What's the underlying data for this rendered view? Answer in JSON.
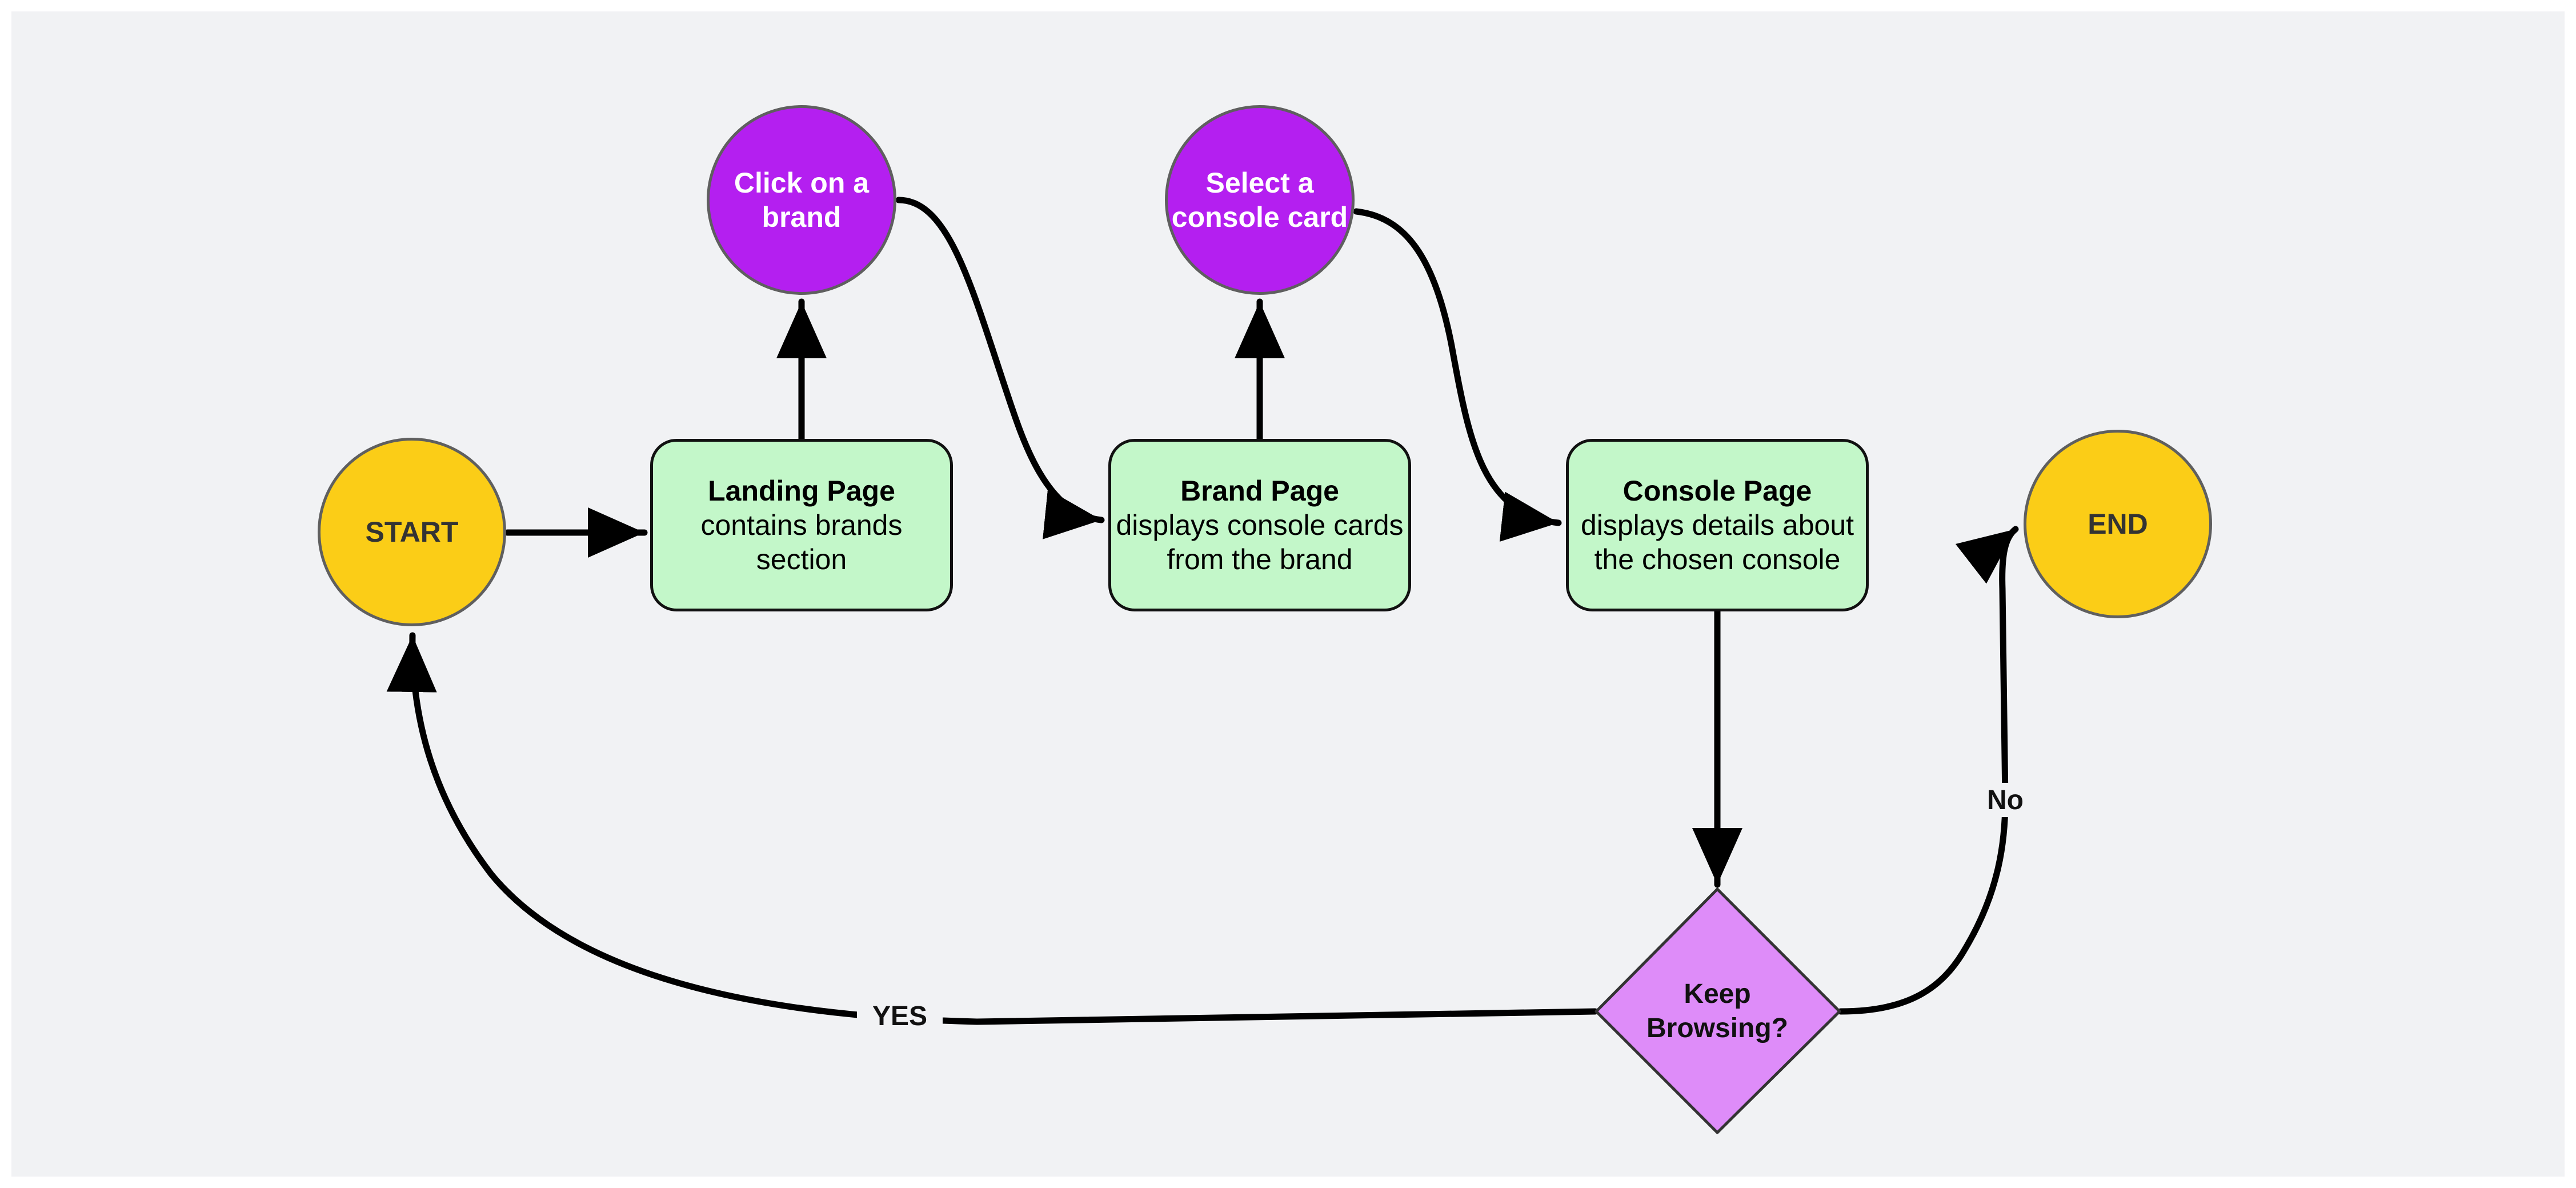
{
  "nodes": {
    "start": {
      "label": "START"
    },
    "end": {
      "label": "END"
    },
    "click_brand": {
      "label_line1": "Click on a",
      "label_line2": "brand"
    },
    "select_card": {
      "label_line1": "Select a",
      "label_line2": "console card"
    },
    "landing": {
      "title": "Landing Page",
      "line1": "contains brands",
      "line2": "section"
    },
    "brand": {
      "title": "Brand Page",
      "line1": "displays console cards",
      "line2": "from the brand"
    },
    "console": {
      "title": "Console Page",
      "line1": "displays details about",
      "line2": "the chosen console"
    },
    "decision": {
      "line1": "Keep",
      "line2": "Browsing?"
    }
  },
  "edges": {
    "yes_label": "YES",
    "no_label": "No"
  },
  "colors": {
    "terminal": "#fbcd17",
    "action": "#b41ff0",
    "page": "#c3f7c9",
    "decision": "#de8cf9",
    "background": "#f1f2f4",
    "edge": "#000000"
  }
}
